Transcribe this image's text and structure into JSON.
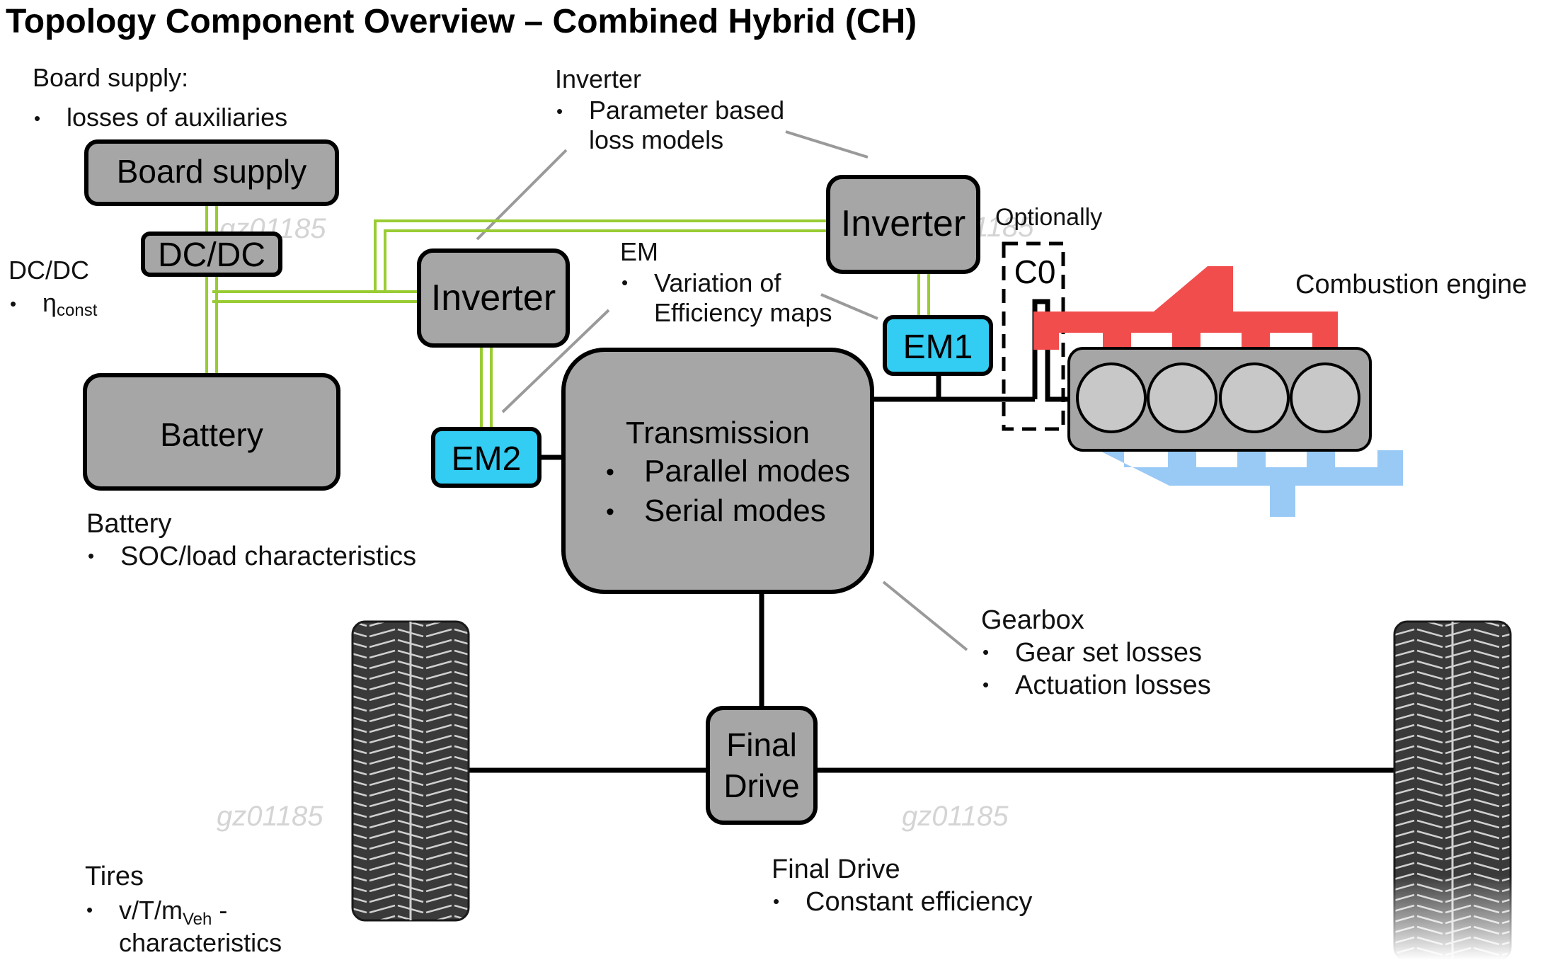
{
  "title": "Topology Component Overview – Combined Hybrid (CH)",
  "watermark": "gz01185",
  "colors": {
    "box_fill": "#a6a6a6",
    "em_fill": "#33ccf2",
    "hv_line": "#99cc33",
    "hot": "#f24d4d",
    "cold": "#99c9f5",
    "leader": "#9a9a9a"
  },
  "boxes": {
    "board_supply": "Board supply",
    "dcdc": "DC/DC",
    "battery": "Battery",
    "inverter_left": "Inverter",
    "inverter_right": "Inverter",
    "em1": "EM1",
    "em2": "EM2",
    "transmission": {
      "title": "Transmission",
      "bullets": [
        "Parallel modes",
        "Serial modes"
      ]
    },
    "final_drive": {
      "line1": "Final",
      "line2": "Drive"
    },
    "c0": "C0"
  },
  "annotations": {
    "board_supply": {
      "title": "Board supply:",
      "bullets": [
        "losses of auxiliaries"
      ]
    },
    "dcdc": {
      "title": "DC/DC",
      "eta": "η",
      "eta_sub": "const"
    },
    "inverter": {
      "title": "Inverter",
      "lines": [
        "Parameter based",
        "loss models"
      ]
    },
    "optionally": "Optionally",
    "em": {
      "title": "EM",
      "lines": [
        "Variation of",
        "Efficiency maps"
      ]
    },
    "combustion_engine": "Combustion engine",
    "battery": {
      "title": "Battery",
      "bullets": [
        "SOC/load characteristics"
      ]
    },
    "gearbox": {
      "title": "Gearbox",
      "bullets": [
        "Gear set losses",
        "Actuation losses"
      ]
    },
    "tires": {
      "title": "Tires",
      "line1_main": "v/T/m",
      "line1_sub": "Veh",
      "line1_end": " -",
      "line2": "characteristics"
    },
    "final_drive": {
      "title": "Final  Drive",
      "bullets": [
        "Constant efficiency"
      ]
    }
  },
  "bullet_char": "•"
}
